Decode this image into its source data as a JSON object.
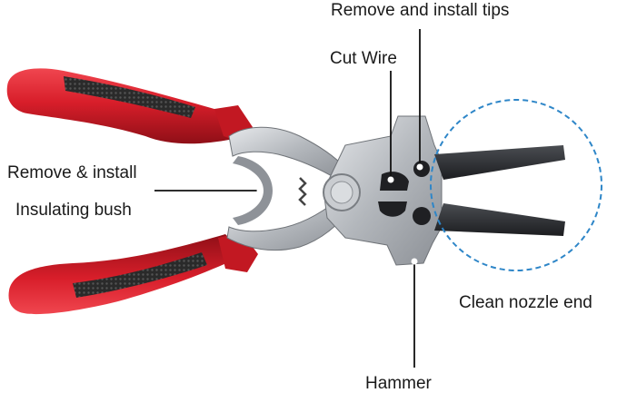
{
  "labels": {
    "remove_install_tips": "Remove and install tips",
    "cut_wire": "Cut Wire",
    "remove_install_line1": "Remove & install",
    "remove_install_line2": "Insulating bush",
    "clean_nozzle_end": "Clean nozzle end",
    "hammer": "Hammer"
  },
  "colors": {
    "handle_red": "#d81e2a",
    "handle_grip": "#2a2a2a",
    "steel": "#b9bcc1",
    "jaw_black": "#2b2d31",
    "callout_circle": "#2e86c8",
    "leader_line": "#111111"
  }
}
